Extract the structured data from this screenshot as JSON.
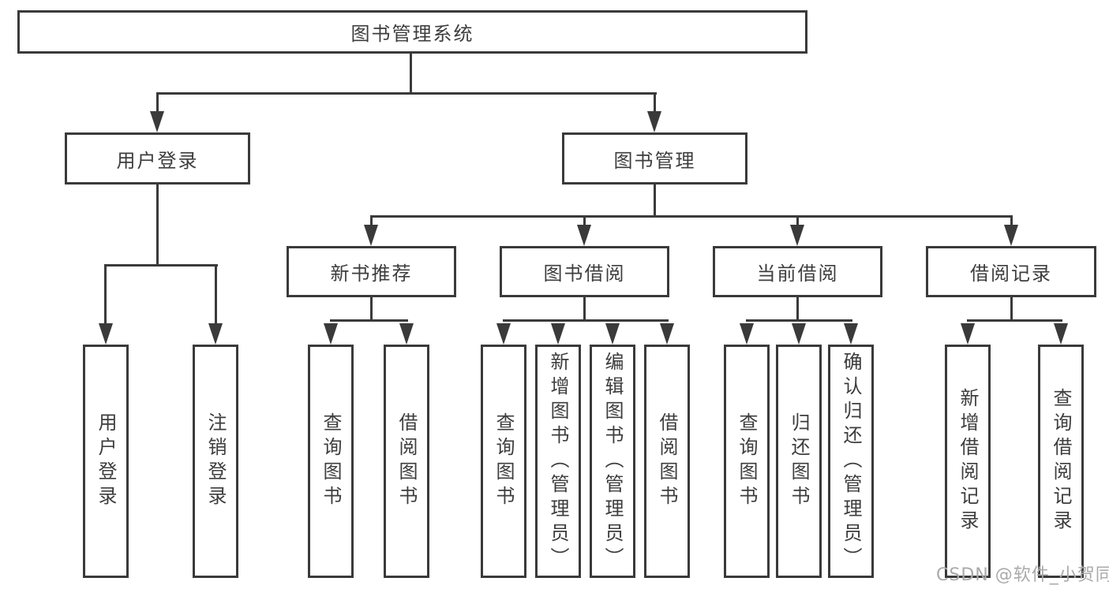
{
  "diagram": {
    "type": "hierarchy-tree",
    "colors": {
      "line": "#3a3a3a",
      "border": "#3a3a3a",
      "text": "#3d3d3d",
      "background": "#ffffff",
      "watermark": "#aaaaaa"
    },
    "nodes": {
      "root": {
        "label": "图书管理系统"
      },
      "level2": [
        {
          "label": "用户登录"
        },
        {
          "label": "图书管理"
        }
      ],
      "level3": [
        {
          "label": "新书推荐"
        },
        {
          "label": "图书借阅"
        },
        {
          "label": "当前借阅"
        },
        {
          "label": "借阅记录"
        }
      ],
      "leaves": [
        {
          "label": "用户登录",
          "parent": "用户登录"
        },
        {
          "label": "注销登录",
          "parent": "用户登录"
        },
        {
          "label": "查询图书",
          "parent": "新书推荐"
        },
        {
          "label": "借阅图书",
          "parent": "新书推荐"
        },
        {
          "label": "查询图书",
          "parent": "图书借阅"
        },
        {
          "label": "新增图书（管理员）",
          "parent": "图书借阅"
        },
        {
          "label": "编辑图书（管理员）",
          "parent": "图书借阅"
        },
        {
          "label": "借阅图书",
          "parent": "图书借阅"
        },
        {
          "label": "查询图书",
          "parent": "当前借阅"
        },
        {
          "label": "归还图书",
          "parent": "当前借阅"
        },
        {
          "label": "确认归还（管理员）",
          "parent": "当前借阅"
        },
        {
          "label": "新增借阅记录",
          "parent": "借阅记录"
        },
        {
          "label": "查询借阅记录",
          "parent": "借阅记录"
        }
      ]
    },
    "watermark": {
      "text": "CSDN @软件_小贺同学"
    }
  }
}
